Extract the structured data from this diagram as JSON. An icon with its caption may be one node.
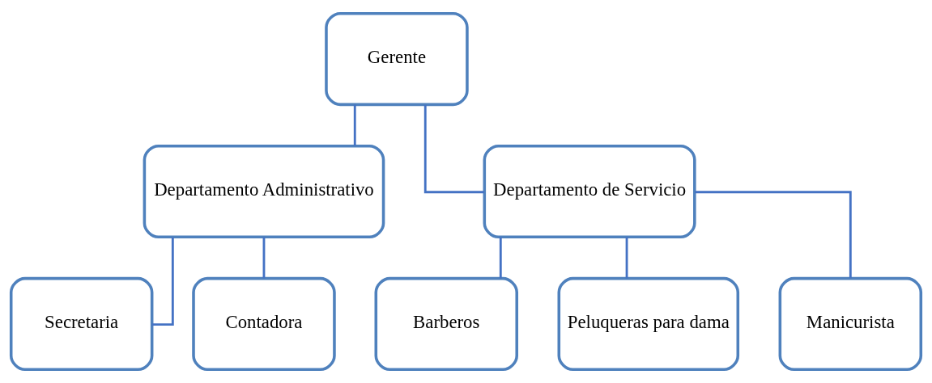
{
  "diagram": {
    "nodes": [
      {
        "text": [
          "Gerente"
        ]
      },
      {
        "text": [
          "Departamento Administrativo"
        ]
      },
      {
        "text": [
          "Departamento de Servicio"
        ]
      },
      {
        "text": [
          "Secretaria"
        ]
      },
      {
        "text": [
          "Contadora"
        ]
      },
      {
        "text": [
          "Barberos"
        ]
      },
      {
        "text": [
          "Peluqueras para dama"
        ]
      },
      {
        "text": [
          "Manicurista"
        ]
      }
    ],
    "edges": [
      {
        "from": 0,
        "to": 1,
        "arrow": "none"
      },
      {
        "from": 0,
        "to": 2,
        "arrow": "none"
      },
      {
        "from": 1,
        "to": 3,
        "arrow": "none"
      },
      {
        "from": 1,
        "to": 4,
        "arrow": "none"
      },
      {
        "from": 2,
        "to": 5,
        "arrow": "none"
      },
      {
        "from": 2,
        "to": 6,
        "arrow": "none"
      },
      {
        "from": 2,
        "to": 7,
        "arrow": "none"
      }
    ]
  }
}
